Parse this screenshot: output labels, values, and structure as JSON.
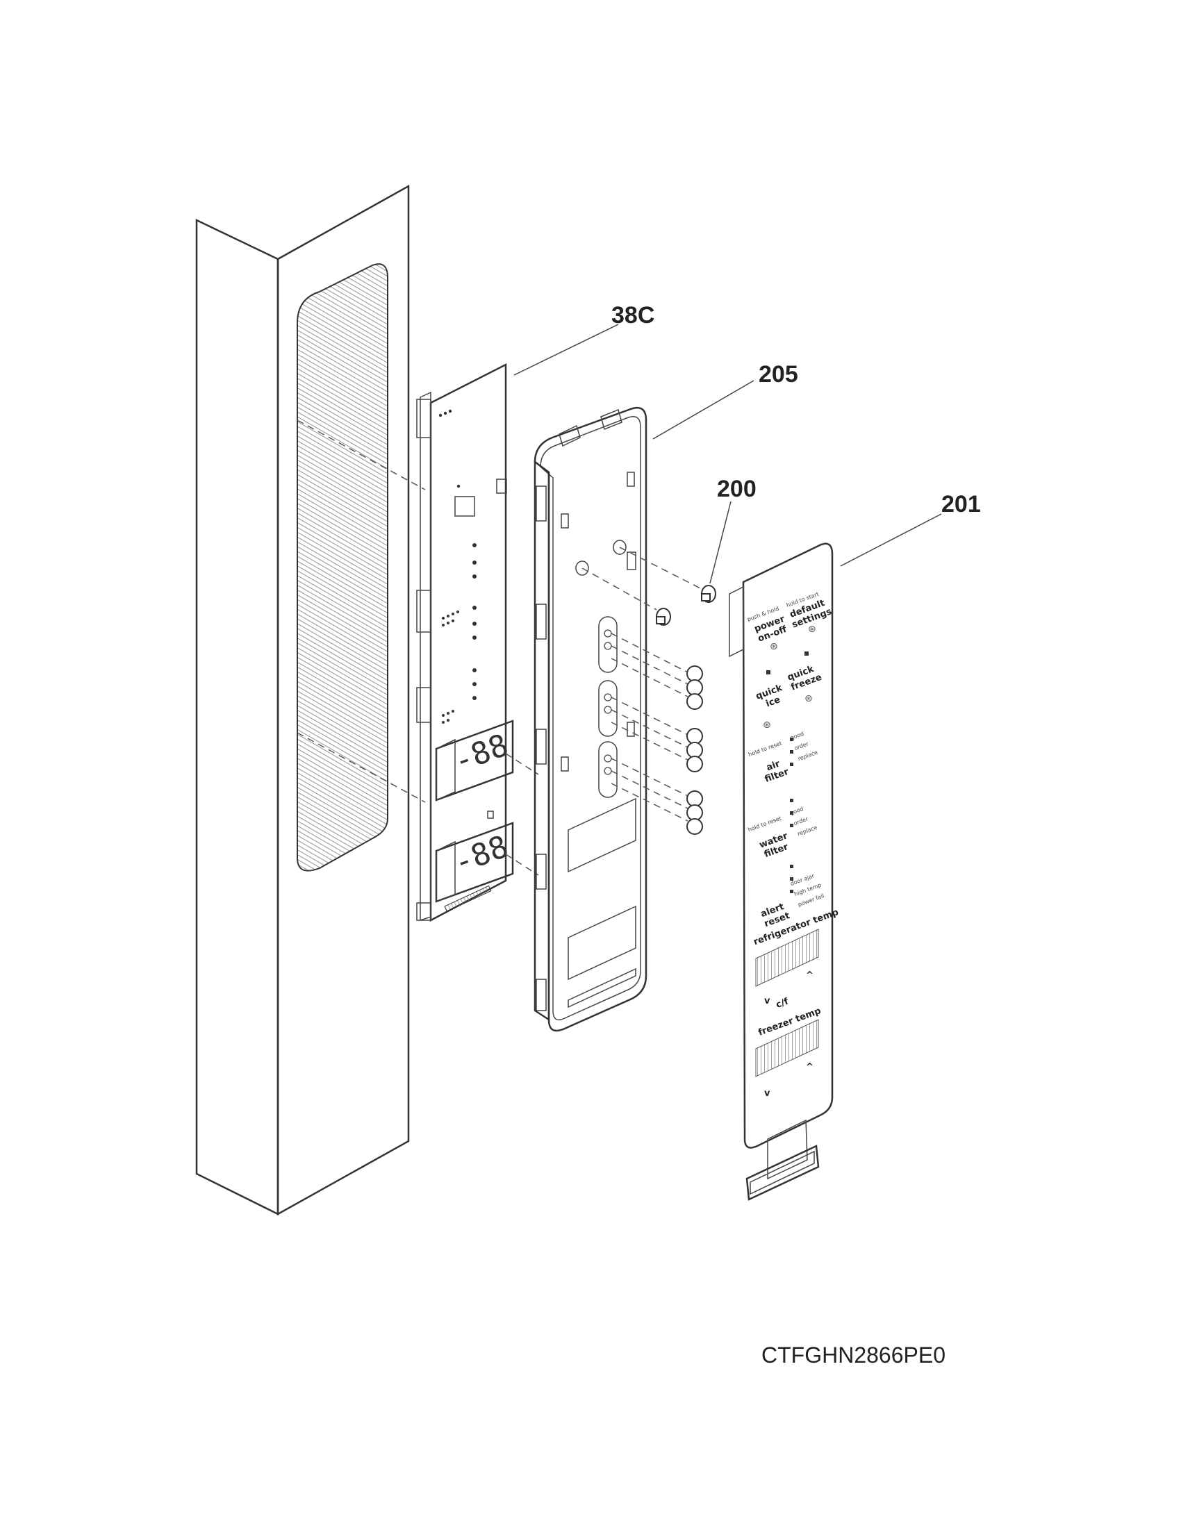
{
  "diagram": {
    "callouts": [
      {
        "id": "38c",
        "text": "38C"
      },
      {
        "id": "205",
        "text": "205"
      },
      {
        "id": "200",
        "text": "200"
      },
      {
        "id": "201",
        "text": "201"
      }
    ],
    "model_number": "CTFGHN2866PE0",
    "overlay": {
      "push_hold": "push & hold",
      "hold_to_start": "hold to start",
      "power": "power",
      "on_off": "on-off",
      "default": "default",
      "settings": "settings",
      "quick1": "quick",
      "ice": "ice",
      "quick2": "quick",
      "freeze": "freeze",
      "hold_reset_1": "hold to reset",
      "air": "air",
      "filter1": "filter",
      "good1": "good",
      "order1": "order",
      "replace1": "replace",
      "hold_reset_2": "hold to reset",
      "water": "water",
      "filter2": "filter",
      "good2": "good",
      "order2": "order",
      "replace2": "replace",
      "alert": "alert",
      "reset": "reset",
      "door_ajar": "door ajar",
      "high_temp": "high temp",
      "power_fail": "power fail",
      "refrigerator_temp": "refrigerator temp",
      "cf": "c/f",
      "freezer_temp": "freezer temp",
      "up": "^",
      "down": "v"
    },
    "display_digits": "-88"
  }
}
